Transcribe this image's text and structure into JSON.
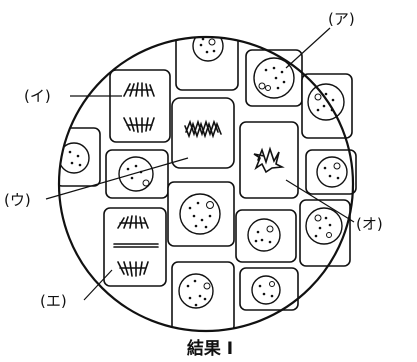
{
  "labels": {
    "a": "(ア)",
    "i": "(イ)",
    "u": "(ウ)",
    "e": "(エ)",
    "o": "(オ)"
  },
  "caption": "結果 I"
}
